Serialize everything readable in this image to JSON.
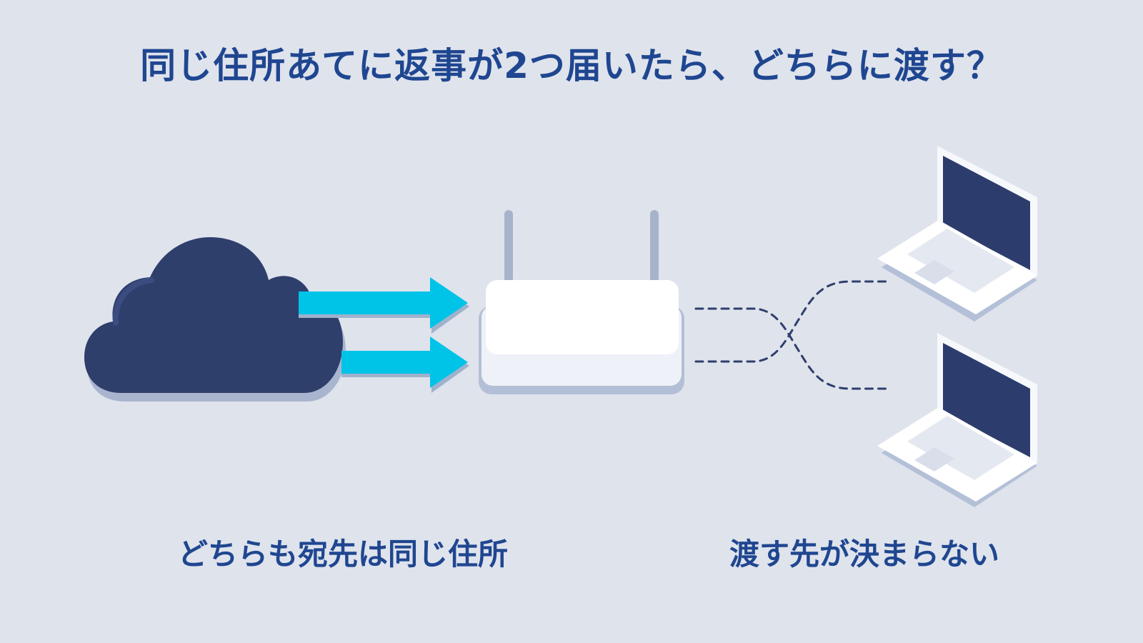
{
  "title": "同じ住所あてに返事が2つ届いたら、どちらに渡す？",
  "captions": {
    "left": "どちらも宛先は同じ住所",
    "right": "渡す先が決まらない"
  },
  "icons": {
    "source": "cloud-icon",
    "gateway": "router-icon",
    "device_top": "laptop-icon",
    "device_bottom": "laptop-icon"
  },
  "colors": {
    "title": "#1f4690",
    "cloud": "#2f3f6c",
    "arrow": "#00c3e8",
    "router": "#ffffff",
    "connection": "#2f3f6c",
    "laptop_screen": "#2c3d6d",
    "background": "#dfe3ec"
  }
}
